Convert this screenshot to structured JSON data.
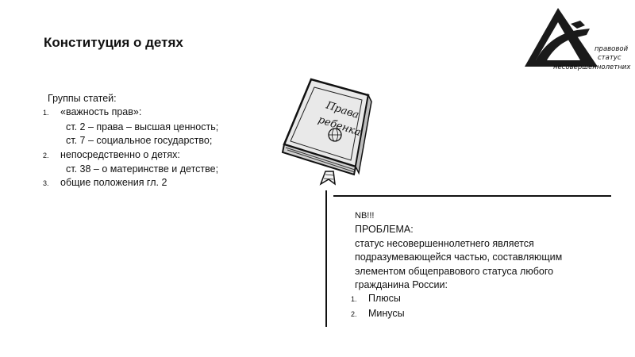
{
  "slide": {
    "title": "Конституция о детях"
  },
  "logo": {
    "line1": "правовой",
    "line2": "статус",
    "line3": "несовершеннолетних"
  },
  "book": {
    "cover_line1": "Права",
    "cover_line2": "ребенка"
  },
  "groups": {
    "heading": "Группы статей:",
    "items": [
      {
        "num": "1.",
        "label": "«важность прав»:",
        "sub": [
          "ст. 2 – права – высшая ценность;",
          "ст. 7 – социальное государство;"
        ]
      },
      {
        "num": "2.",
        "label": "непосредственно о детях:",
        "sub": [
          "ст. 38 – о материнстве и детстве;"
        ]
      },
      {
        "num": "3.",
        "label": "общие положения гл. 2",
        "sub": []
      }
    ]
  },
  "problem": {
    "nb": "NB!!!",
    "heading": "ПРОБЛЕМА:",
    "text_lines": [
      "статус несовершеннолетнего является",
      "подразумевающейся частью, составляющим",
      "элементом общеправового статуса любого",
      "гражданина России:"
    ],
    "items": [
      {
        "num": "1.",
        "label": "Плюсы"
      },
      {
        "num": "2.",
        "label": "Минусы"
      }
    ]
  }
}
